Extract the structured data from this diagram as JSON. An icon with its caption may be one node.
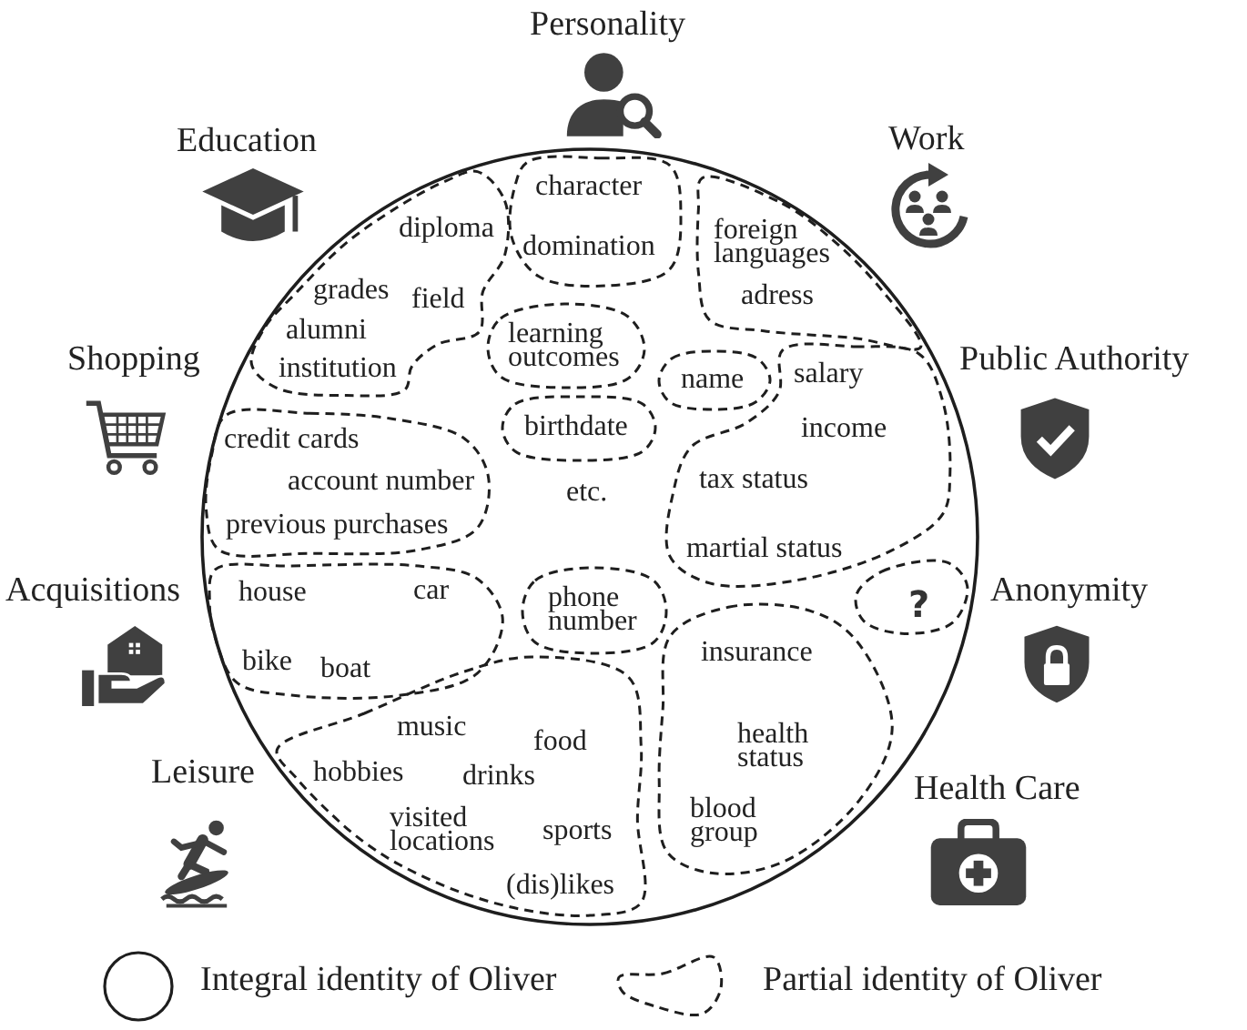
{
  "diagram": {
    "nodes": [
      {
        "text": [
          "etc."
        ]
      },
      {
        "text": [
          "character",
          "domination"
        ],
        "in": 0
      },
      {
        "text": [
          "diploma",
          "grades",
          "field",
          "alumni",
          "institution"
        ],
        "in": 0
      },
      {
        "text": [
          "foreign languages",
          "adress"
        ],
        "in": 0
      },
      {
        "text": [
          "learning outcomes"
        ],
        "in": 0
      },
      {
        "text": [
          "name"
        ],
        "in": 0
      },
      {
        "text": [
          "salary",
          "income",
          "tax status",
          "martial status"
        ],
        "in": 0
      },
      {
        "text": [
          "birthdate"
        ],
        "in": 0
      },
      {
        "text": [
          "credit cards",
          "account number",
          "previous purchases"
        ],
        "in": 0
      },
      {
        "text": [
          "house",
          "car",
          "bike",
          "boat"
        ],
        "in": 0
      },
      {
        "text": [
          "phone number"
        ],
        "in": 0
      },
      {
        "text": [
          "?"
        ],
        "in": 0
      },
      {
        "text": [
          "insurance",
          "health status",
          "blood group"
        ],
        "in": 0
      },
      {
        "text": [
          "music",
          "food",
          "hobbies",
          "drinks",
          "visited locations",
          "sports",
          "(dis)likes"
        ],
        "in": 0
      }
    ],
    "labels": [
      "Personality",
      "Education",
      "Work",
      "Shopping",
      "Public Authority",
      "Acquisitions",
      "Anonymity",
      "Leisure",
      "Health Care"
    ],
    "legend": [
      {
        "text": "Integral identity of Oliver"
      },
      {
        "text": "Partial identity of Oliver"
      }
    ]
  }
}
